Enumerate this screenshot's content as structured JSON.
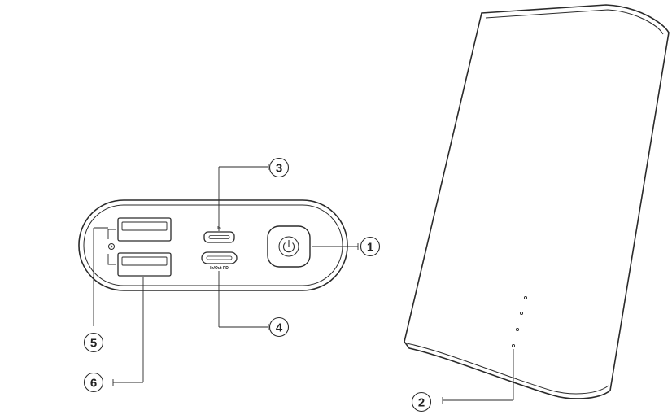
{
  "ports": {
    "in_label": "In",
    "inout_label": "In/Out PD"
  },
  "callouts": [
    {
      "number": "1",
      "part": "power button"
    },
    {
      "number": "2",
      "part": "indicator lights"
    },
    {
      "number": "3",
      "part": "micro-usb input"
    },
    {
      "number": "4",
      "part": "usb-c input/output"
    },
    {
      "number": "5",
      "part": "quick charge indicator"
    },
    {
      "number": "6",
      "part": "usb-a output"
    }
  ],
  "colors": {
    "stroke": "#2a2a2a",
    "background": "#ffffff"
  }
}
